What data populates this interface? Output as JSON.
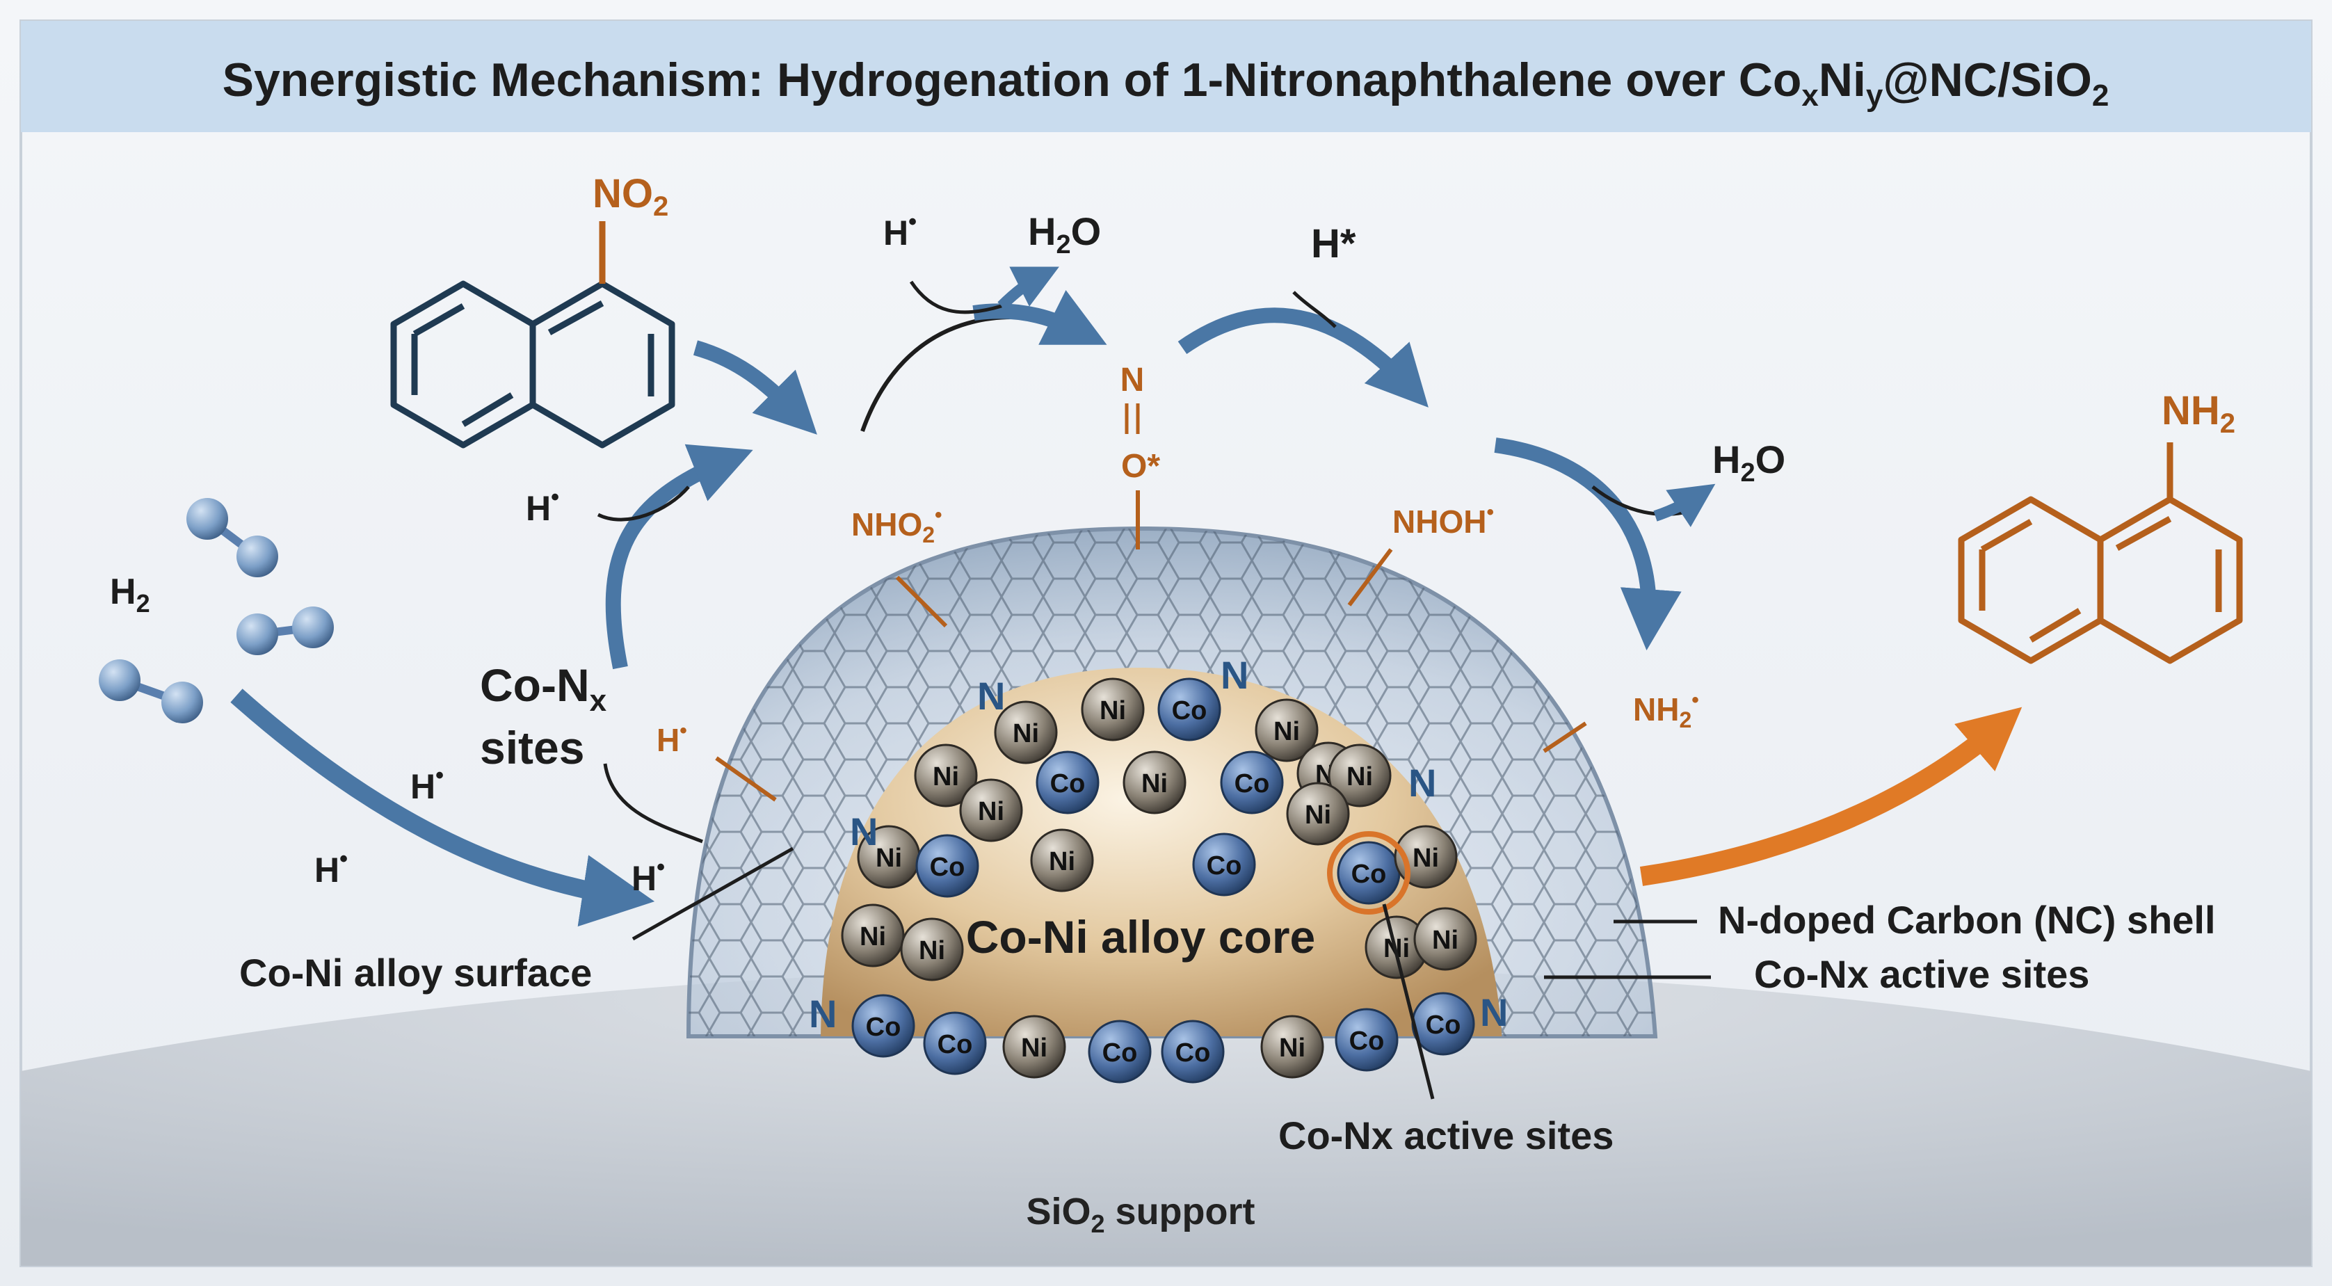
{
  "title": {
    "main": "Synergistic Mechanism: Hydrogenation of 1-Nitronaphthalene over Co",
    "sub1": "x",
    "mid": "Ni",
    "sub2": "y",
    "tail": "@NC/SiO",
    "sub3": "2"
  },
  "reactant": {
    "group": "NO",
    "group_sub": "2"
  },
  "product": {
    "group": "NH",
    "group_sub": "2"
  },
  "hydrogen": {
    "label": "H",
    "label_sub": "2"
  },
  "h_species": {
    "h_star_text": "H",
    "star": "•",
    "h_star_bold": "H*"
  },
  "water": {
    "h": "H",
    "sub": "2",
    "o": "O"
  },
  "intermediates": {
    "nho2": "NHO",
    "nho2_sub": "2",
    "nitroso_n": "N",
    "nitroso_o": "O*",
    "nhoh": "NHOH",
    "nh2": "NH",
    "nh2_sub": "2"
  },
  "labels": {
    "conx_sites_line1_a": "Co-N",
    "conx_sites_line1_sub": "x",
    "conx_sites_line2": "sites",
    "alloy_surface": "Co-Ni alloy surface",
    "alloy_core": "Co-Ni alloy core",
    "nc_shell": "N-doped Carbon (NC) shell",
    "conx_active_right": "Co-Nx active sites",
    "conx_active_bottom": "Co-Nx active sites",
    "support_a": "SiO",
    "support_sub": "2",
    "support_b": " support"
  },
  "atoms": {
    "co": "Co",
    "ni": "Ni",
    "n": "N"
  },
  "colors": {
    "header_bg": "#c9dcee",
    "orange": "#b5601c",
    "navy": "#1f3a52",
    "arrow_blue": "#4a77a5",
    "arrow_orange": "#e07a26",
    "co_atom": "#4d6fa3",
    "ni_atom": "#7b7468",
    "n_blue": "#2a5585"
  }
}
